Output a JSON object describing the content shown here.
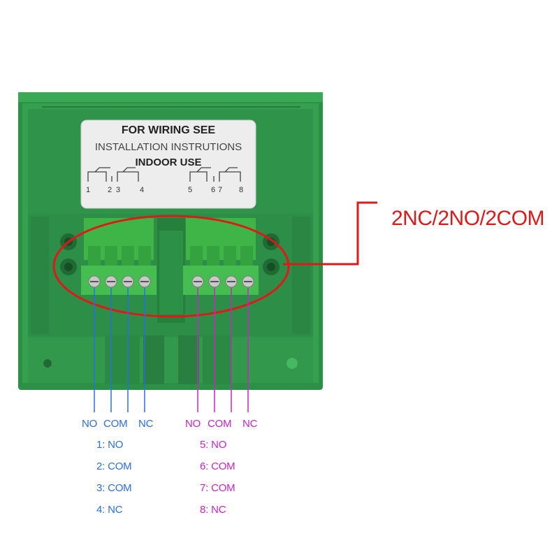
{
  "sticker": {
    "line1": "FOR WIRING SEE",
    "line2": "INSTALLATION INSTRUTIONS",
    "line3": "INDOOR USE",
    "terminals": [
      "1",
      "2",
      "3",
      "4",
      "5",
      "6",
      "7",
      "8"
    ]
  },
  "callout": "2NC/2NO/2COM",
  "left_group": {
    "header": [
      "NO",
      "COM",
      "NC"
    ],
    "legend": [
      "1: NO",
      "2: COM",
      "3: COM",
      "4: NC"
    ],
    "color": "#2a6fe0"
  },
  "right_group": {
    "header": [
      "NO",
      "COM",
      "NC"
    ],
    "legend": [
      "5: NO",
      "6: COM",
      "7: COM",
      "8: NC"
    ],
    "color": "#cc22c8"
  },
  "colors": {
    "housing": "#2f9a4c",
    "connector": "#3fb548",
    "callout": "#e01818"
  }
}
